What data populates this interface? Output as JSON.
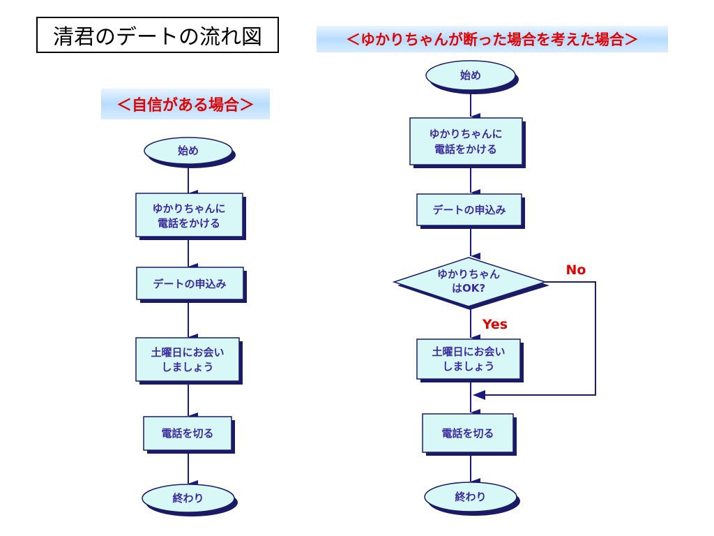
{
  "page_title": "清君のデートの流れ図",
  "left": {
    "heading": "＜自信がある場合＞",
    "start": "始め",
    "call": [
      "ゆかりちゃんに",
      "電話をかける"
    ],
    "propose": "デートの申込み",
    "meet": [
      "土曜日にお会い",
      "しましょう"
    ],
    "hangup": "電話を切る",
    "end": "終わり"
  },
  "right": {
    "heading": "＜ゆかりちゃんが断った場合を考えた場合＞",
    "start": "始め",
    "call": [
      "ゆかりちゃんに",
      "電話をかける"
    ],
    "propose": "デートの申込み",
    "decision": [
      "ゆかりちゃん",
      "はOK?"
    ],
    "yes_label": "Yes",
    "no_label": "No",
    "meet": [
      "土曜日にお会い",
      "しましょう"
    ],
    "hangup": "電話を切る",
    "end": "終わり"
  },
  "colors": {
    "node_fill": "#d8f8f8",
    "node_shadow": "#1a1a66",
    "node_text": "#3a2a9a",
    "arrow": "#1a1a7a",
    "label_red": "#dd0000"
  }
}
